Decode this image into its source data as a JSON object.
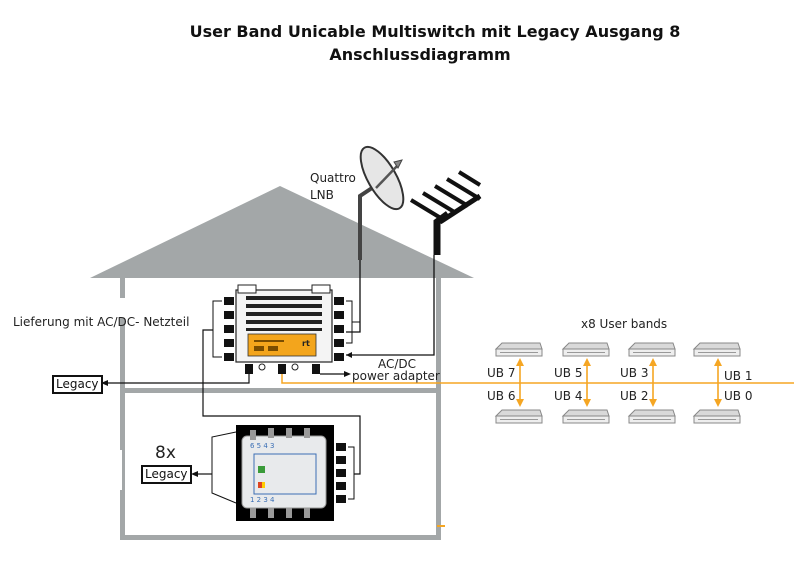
{
  "title": {
    "line1": "User Band Unicable Multiswitch mit Legacy Ausgang 8",
    "line2": "Anschlussdiagramm"
  },
  "labels": {
    "lnb": [
      "Quattro",
      "LNB"
    ],
    "delivery_note": "Lieferung mit AC/DC- Netzteil",
    "legacy_out": "Legacy",
    "legacy_count": "8x",
    "legacy_box2": "Legacy",
    "power_adapter": [
      "AC/DC",
      "power adapter"
    ],
    "user_bands_header": "x8 User bands"
  },
  "user_bands": [
    {
      "id": "UB 7",
      "position": "top",
      "column": 1
    },
    {
      "id": "UB 6",
      "position": "bottom",
      "column": 1
    },
    {
      "id": "UB 5",
      "position": "top",
      "column": 2
    },
    {
      "id": "UB 4",
      "position": "bottom",
      "column": 2
    },
    {
      "id": "UB 3",
      "position": "top",
      "column": 3
    },
    {
      "id": "UB 2",
      "position": "bottom",
      "column": 3
    },
    {
      "id": "UB 1",
      "position": "top",
      "column": 4
    },
    {
      "id": "UB 0",
      "position": "bottom",
      "column": 4
    }
  ],
  "colors": {
    "house": "#a3a7a8",
    "accent_line": "#f5a623",
    "device_orange": "#f3a51c",
    "wire": "#111111"
  }
}
